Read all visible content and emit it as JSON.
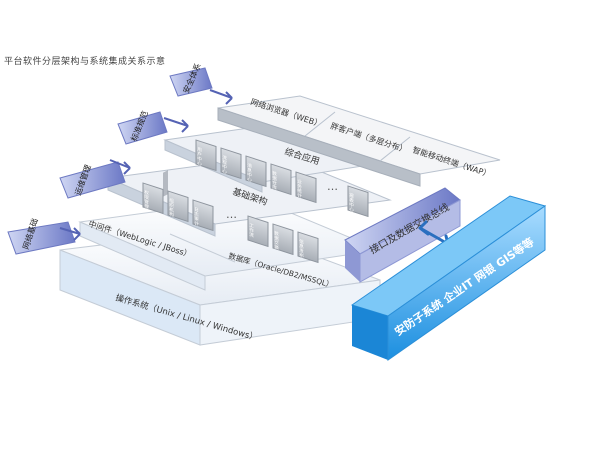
{
  "caption": "平台软件分层架构与系统集成关系示意",
  "layers": {
    "top_clients": {
      "web": "网络浏览器（WEB）",
      "fat_client": "胖客户端（多层分布）",
      "mobile": "智能移动终端（WAP）"
    },
    "integrated_apps": "综合应用",
    "app_modules": [
      "用户中心",
      "流程中心",
      "消息中心",
      "数据仓库",
      "业务统计",
      "报表中心"
    ],
    "platform": "基础架构",
    "platform_modules": [
      "权限管理",
      "组织机构",
      "日志审计",
      "工作流",
      "数据交换",
      "信息发布"
    ],
    "middleware": "中间件（WebLogic / JBoss）",
    "database": "数据库（Oracle/DB2/MSSQL）",
    "os": "操作系统（Unix / Linux / Windows）",
    "ellipsis": "…"
  },
  "side_labels": {
    "security": "安全体系",
    "standards": "标准规范",
    "operations": "运维管理",
    "network": "网络基础"
  },
  "integration": {
    "bus": "接口及数据交换总线",
    "systems": "安防子系统  企业IT  网银  GIS等等"
  }
}
